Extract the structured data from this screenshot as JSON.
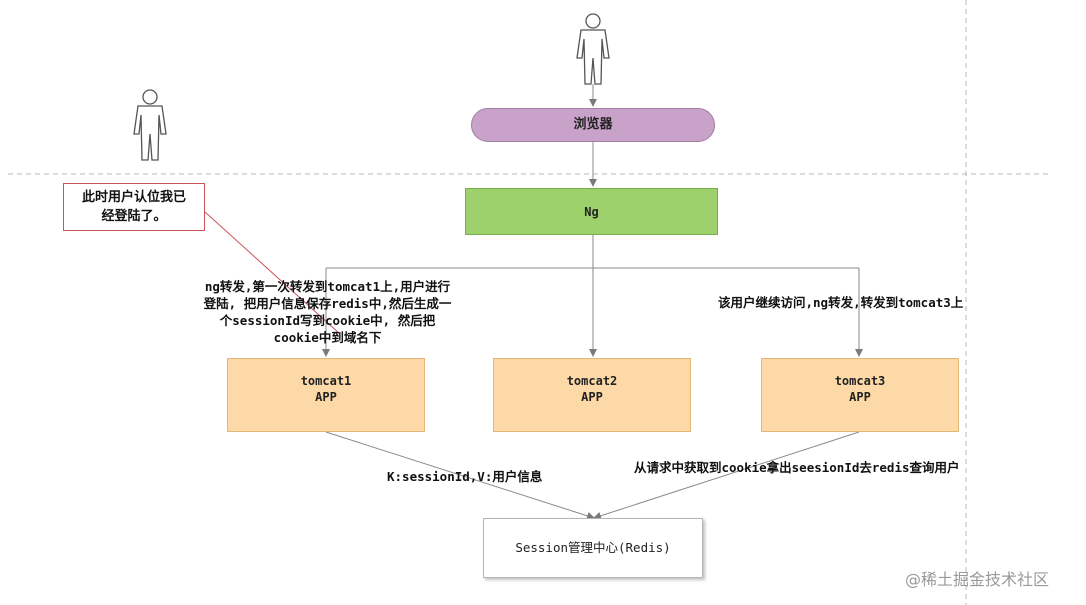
{
  "browser": {
    "label": "浏览器"
  },
  "nginx": {
    "label": "Ng"
  },
  "servers": [
    {
      "name": "tomcat1",
      "app": "APP"
    },
    {
      "name": "tomcat2",
      "app": "APP"
    },
    {
      "name": "tomcat3",
      "app": "APP"
    }
  ],
  "session_center": {
    "label": "Session管理中心(Redis)"
  },
  "callout": {
    "line1": "此时用户认位我已",
    "line2": "经登陆了。"
  },
  "notes": {
    "first_login": [
      "ng转发,第一次转发到tomcat1上,用户进行",
      "登陆, 把用户信息保存redis中,然后生成一",
      "个sessionId写到cookie中, 然后把",
      "cookie中到域名下"
    ],
    "continue_visit": "该用户继续访问,ng转发,转发到tomcat3上",
    "kv": "K:sessionId,V:用户信息",
    "get_cookie": "从请求中获取到cookie拿出seesionId去redis查询用户"
  },
  "watermark": "@稀土掘金技术社区",
  "colors": {
    "browser_fill": "#c8a2c8",
    "nginx_fill": "#9dd16b",
    "tomcat_fill": "#fdd9a8",
    "callout_border": "#c9555a",
    "connector": "#8a8a8a"
  }
}
